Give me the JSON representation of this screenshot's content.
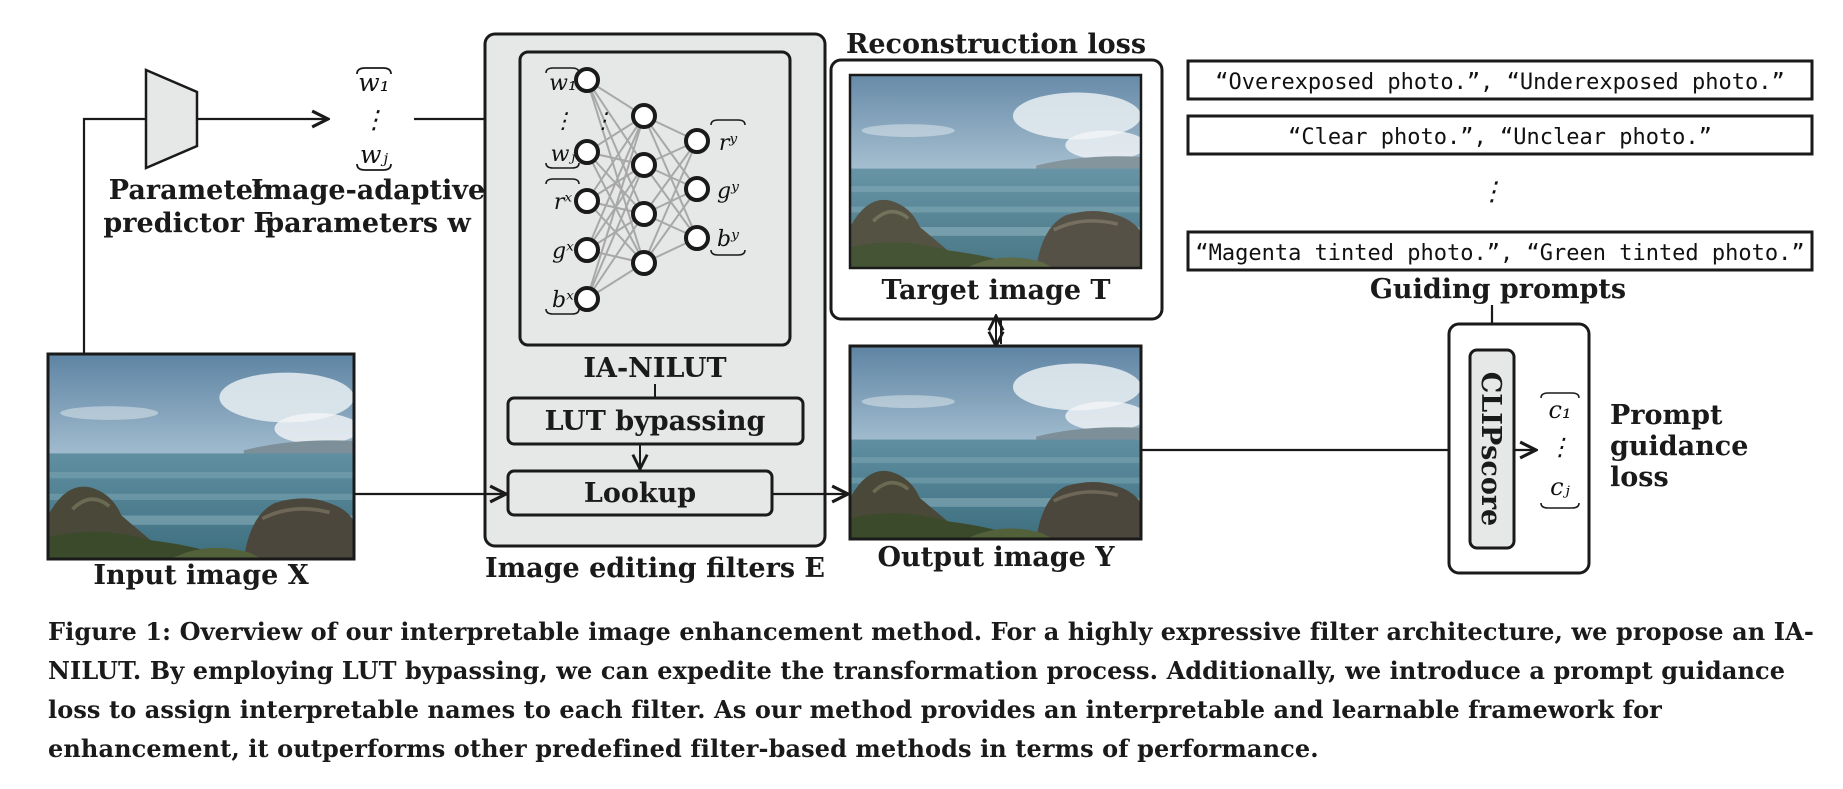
{
  "labels": {
    "param_predictor": [
      "Parameter",
      "predictor F"
    ],
    "adaptive_params": [
      "Image-adaptive",
      "parameters w"
    ],
    "ia_nilut": "IA-NILUT",
    "lut_bypassing": "LUT bypassing",
    "lookup": "Lookup",
    "filters_caption": "Image editing filters E",
    "input_image": "Input image X",
    "reconstruction_loss": "Reconstruction loss",
    "target_image": "Target image T",
    "output_image": "Output image Y",
    "guiding_prompts": "Guiding prompts",
    "clipscore": "CLIPscore",
    "prompt_guidance_loss": [
      "Prompt",
      "guidance",
      "loss"
    ]
  },
  "math": {
    "w1": "w₁",
    "wJ": "wⱼ",
    "rx": "rˣ",
    "gx": "gˣ",
    "bx": "bˣ",
    "ry": "rʸ",
    "gy": "gʸ",
    "by": "bʸ",
    "c1": "c₁",
    "cJ": "cⱼ",
    "vdots": "⋮"
  },
  "prompts": [
    "“Overexposed photo.”, “Underexposed photo.”",
    "“Clear photo.”, “Unclear photo.”",
    "“Magenta tinted photo.”, “Green tinted photo.”"
  ],
  "caption": "Figure 1: Overview of our interpretable image enhancement method. For a highly expressive filter architecture, we propose an IA-NILUT. By employing LUT bypassing, we can expedite the transformation process. Additionally, we introduce a prompt guidance loss to assign interpretable names to each filter. As our method provides an interpretable and learnable framework for enhancement, it outperforms other predefined filter-based methods in terms of performance.",
  "colors": {
    "panel_fill": "#e6e7e7",
    "stroke": "#1a1a1a",
    "edge": "#a8a8a8"
  }
}
